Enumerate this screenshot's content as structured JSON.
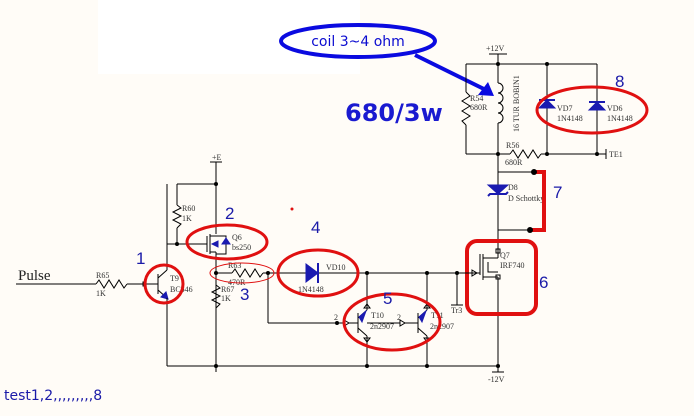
{
  "annotations": {
    "coil_note": "coil 3~4 ohm",
    "resistor_note": "680/3w",
    "test_note": "test1,2,,,,,,,,,8",
    "markers": [
      "1",
      "2",
      "3",
      "4",
      "5",
      "6",
      "7",
      "8"
    ]
  },
  "rails": {
    "plus_12v": "+12V",
    "minus_12v": "-12V",
    "plus_e": "+E"
  },
  "input": {
    "label": "Pulse"
  },
  "components": {
    "R65": {
      "ref": "R65",
      "value": "1K"
    },
    "R60": {
      "ref": "R60",
      "value": "1K"
    },
    "R63": {
      "ref": "R63",
      "value": "470R"
    },
    "R67": {
      "ref": "R67",
      "value": "1K"
    },
    "R54": {
      "ref": "R54",
      "value": "680R"
    },
    "R56": {
      "ref": "R56",
      "value": "680R"
    },
    "T9": {
      "ref": "T9",
      "value": "BC546"
    },
    "Q6": {
      "ref": "Q6",
      "value": "bs250"
    },
    "VD10": {
      "ref": "VD10",
      "value": "1N4148"
    },
    "T10": {
      "ref": "T10",
      "value": "2n2907"
    },
    "T11": {
      "ref": "T11",
      "value": "2n2907"
    },
    "Q7": {
      "ref": "Q7",
      "value": "IRF740"
    },
    "D8": {
      "ref": "D8",
      "value": "D Schottky"
    },
    "VD7": {
      "ref": "VD7",
      "value": "1N4148"
    },
    "VD6": {
      "ref": "VD6",
      "value": "1N4148"
    },
    "coil": {
      "ref": "BOBIN1",
      "value": "16 TUR"
    }
  },
  "test_points": {
    "TE1": "TE1",
    "Tr3": "Tr3"
  },
  "pin_labels": {
    "t10_base": "2",
    "t11_base": "2"
  },
  "colors": {
    "marker_red": "#e01010",
    "note_blue": "#0a0ae0",
    "label_blue": "#1a1aa8"
  }
}
